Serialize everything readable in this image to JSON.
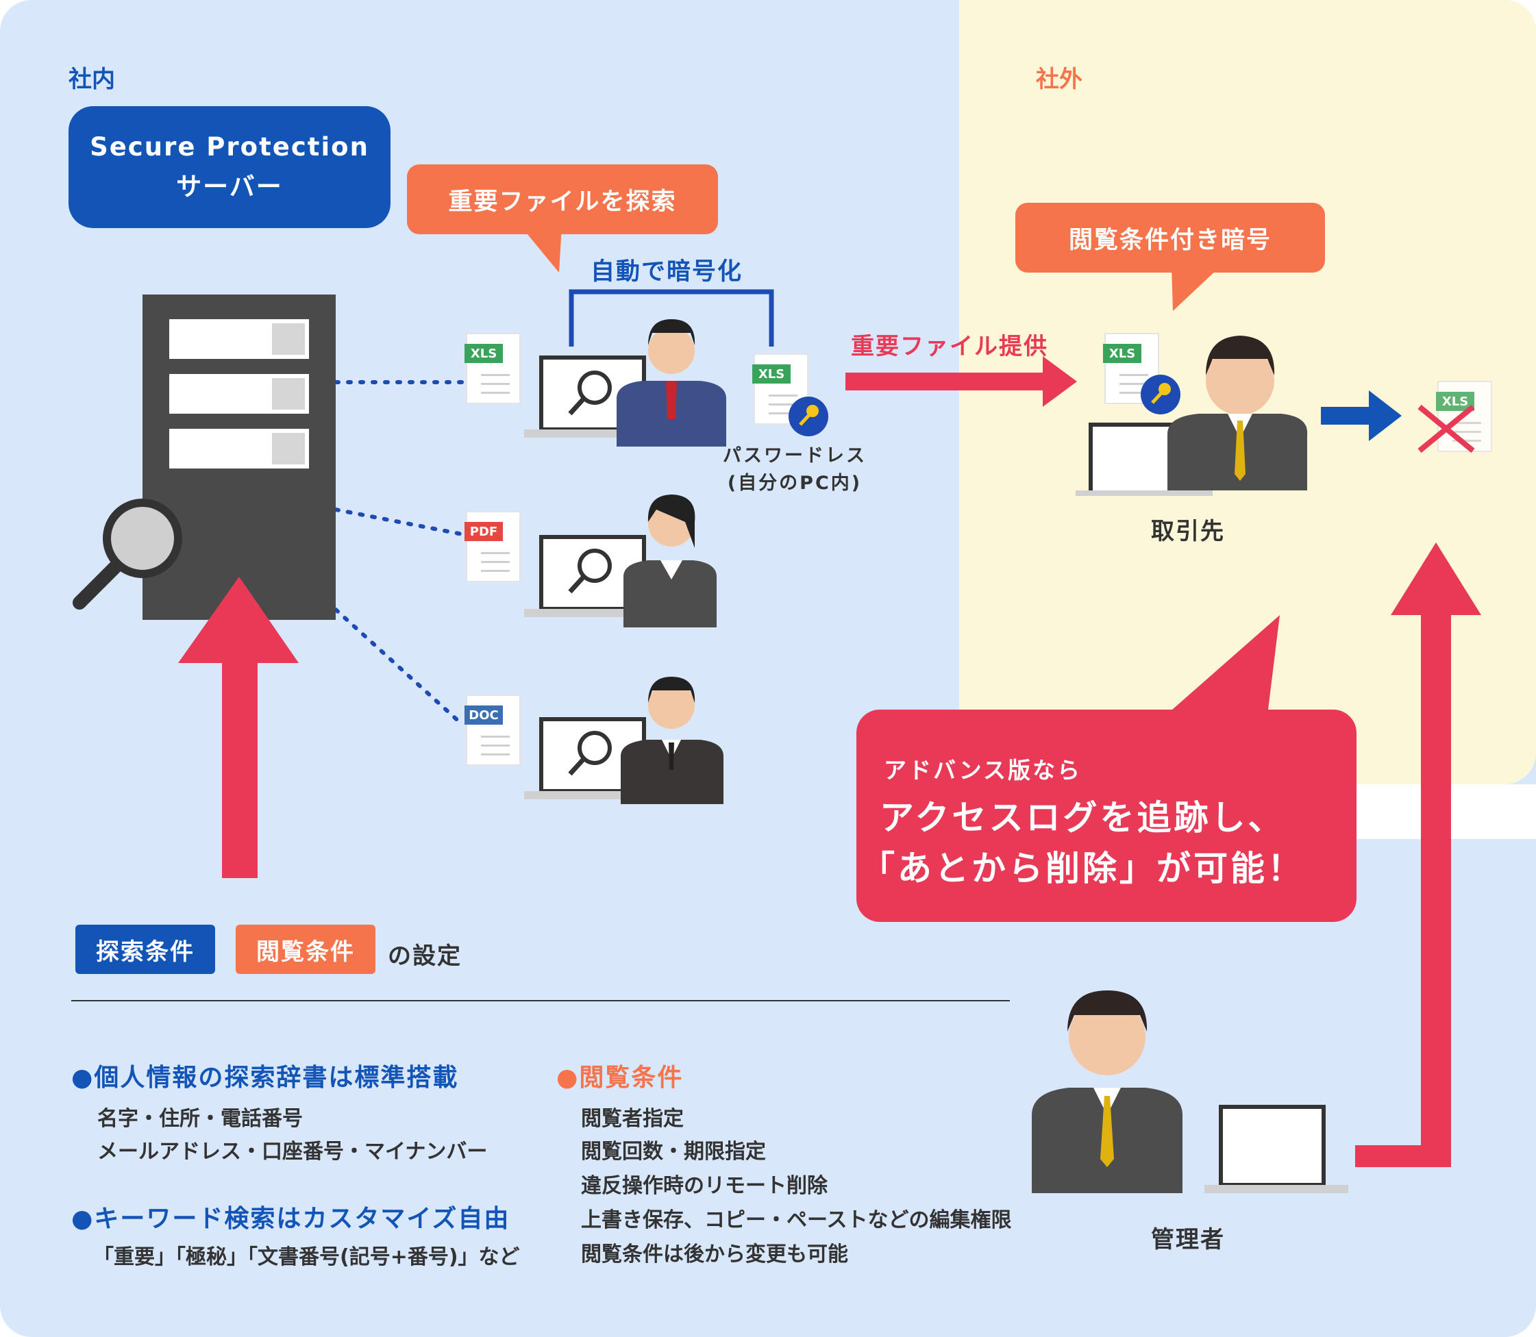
{
  "colors": {
    "inside_bg": "#d9e7fb",
    "outside_bg": "#fbf7d8",
    "blue": "#1355b6",
    "orange": "#f6744c",
    "red": "#e83a57",
    "text": "#333333"
  },
  "labels": {
    "inside": "社内",
    "outside": "社外"
  },
  "server": {
    "line1": "Secure Protection",
    "line2": "サーバー"
  },
  "bubbles": {
    "search": "重要ファイルを探索",
    "encrypt": "閲覧条件付き暗号"
  },
  "auto_encrypt": "自動で暗号化",
  "password_less": {
    "line1": "パスワードレス",
    "line2": "(自分のPC内)"
  },
  "provide": "重要ファイル提供",
  "partner": "取引先",
  "admin": "管理者",
  "file_tags": {
    "xls": "XLS",
    "pdf": "PDF",
    "doc": "DOC"
  },
  "advanced": {
    "line1": "アドバンス版なら",
    "line2": "アクセスログを追跡し、",
    "line3": "「あとから削除」が可能！"
  },
  "settings": {
    "search_cond": "探索条件",
    "view_cond": "閲覧条件",
    "suffix": "の設定"
  },
  "left_list": {
    "heading1": "●個人情報の探索辞書は標準搭載",
    "item1": "名字・住所・電話番号",
    "item2": "メールアドレス・口座番号・マイナンバー",
    "heading2": "●キーワード検索はカスタマイズ自由",
    "item3": "「重要」「極秘」「文書番号(記号+番号)」など"
  },
  "right_list": {
    "heading": "●閲覧条件",
    "items": [
      "閲覧者指定",
      "閲覧回数・期限指定",
      "違反操作時のリモート削除",
      "上書き保存、コピー・ペーストなどの編集権限",
      "閲覧条件は後から変更も可能"
    ]
  },
  "icons": [
    "server-icon",
    "magnifier-icon",
    "laptop-icon",
    "person-icon",
    "key-icon",
    "arrow-icon",
    "delete-x-icon"
  ]
}
